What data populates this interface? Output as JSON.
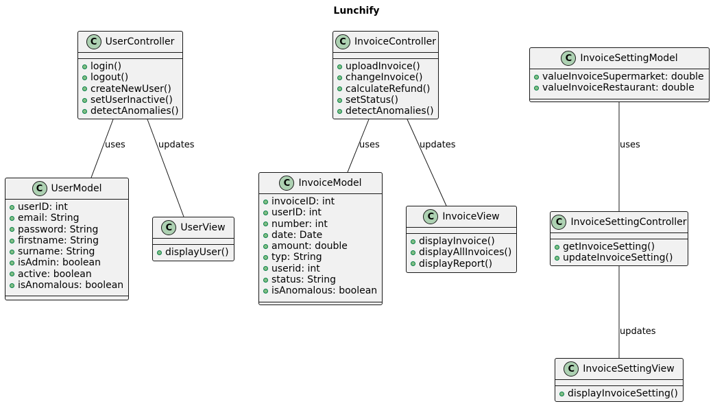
{
  "title": "Lunchify",
  "icon_glyph": "C",
  "colors": {
    "class_fill": "#f1f1f1",
    "icon_fill": "#add1b2",
    "visibility_fill": "#84be84",
    "line": "#181818"
  },
  "classes": {
    "user_controller": {
      "name": "UserController",
      "attributes": [],
      "methods": [
        "login()",
        "logout()",
        "createNewUser()",
        "setUserInactive()",
        "detectAnomalies()"
      ]
    },
    "invoice_controller": {
      "name": "InvoiceController",
      "attributes": [],
      "methods": [
        "uploadInvoice()",
        "changeInvoice()",
        "calculateRefund()",
        "setStatus()",
        "detectAnomalies()"
      ]
    },
    "invoice_setting_model": {
      "name": "InvoiceSettingModel",
      "attributes": [
        "valueInvoiceSupermarket: double",
        "valueInvoiceRestaurant: double"
      ],
      "methods": []
    },
    "user_model": {
      "name": "UserModel",
      "attributes": [
        "userID: int",
        "email: String",
        "password: String",
        "firstname: String",
        "surname: String",
        "isAdmin: boolean",
        "active: boolean",
        "isAnomalous: boolean"
      ],
      "methods": []
    },
    "user_view": {
      "name": "UserView",
      "attributes": [],
      "methods": [
        "displayUser()"
      ]
    },
    "invoice_model": {
      "name": "InvoiceModel",
      "attributes": [
        "invoiceID: int",
        "userID: int",
        "number: int",
        "date: Date",
        "amount: double",
        "typ: String",
        "userid: int",
        "status: String",
        "isAnomalous: boolean"
      ],
      "methods": []
    },
    "invoice_view": {
      "name": "InvoiceView",
      "attributes": [],
      "methods": [
        "displayInvoice()",
        "displayAllInvoices()",
        "displayReport()"
      ]
    },
    "invoice_setting_controller": {
      "name": "InvoiceSettingController",
      "attributes": [],
      "methods": [
        "getInvoiceSetting()",
        "updateInvoiceSetting()"
      ]
    },
    "invoice_setting_view": {
      "name": "InvoiceSettingView",
      "attributes": [],
      "methods": [
        "displayInvoiceSetting()"
      ]
    }
  },
  "relations": [
    {
      "from": "UserController",
      "to": "UserModel",
      "label": "uses"
    },
    {
      "from": "UserController",
      "to": "UserView",
      "label": "updates"
    },
    {
      "from": "InvoiceController",
      "to": "InvoiceModel",
      "label": "uses"
    },
    {
      "from": "InvoiceController",
      "to": "InvoiceView",
      "label": "updates"
    },
    {
      "from": "InvoiceSettingModel",
      "to": "InvoiceSettingController",
      "label": "uses"
    },
    {
      "from": "InvoiceSettingController",
      "to": "InvoiceSettingView",
      "label": "updates"
    }
  ]
}
